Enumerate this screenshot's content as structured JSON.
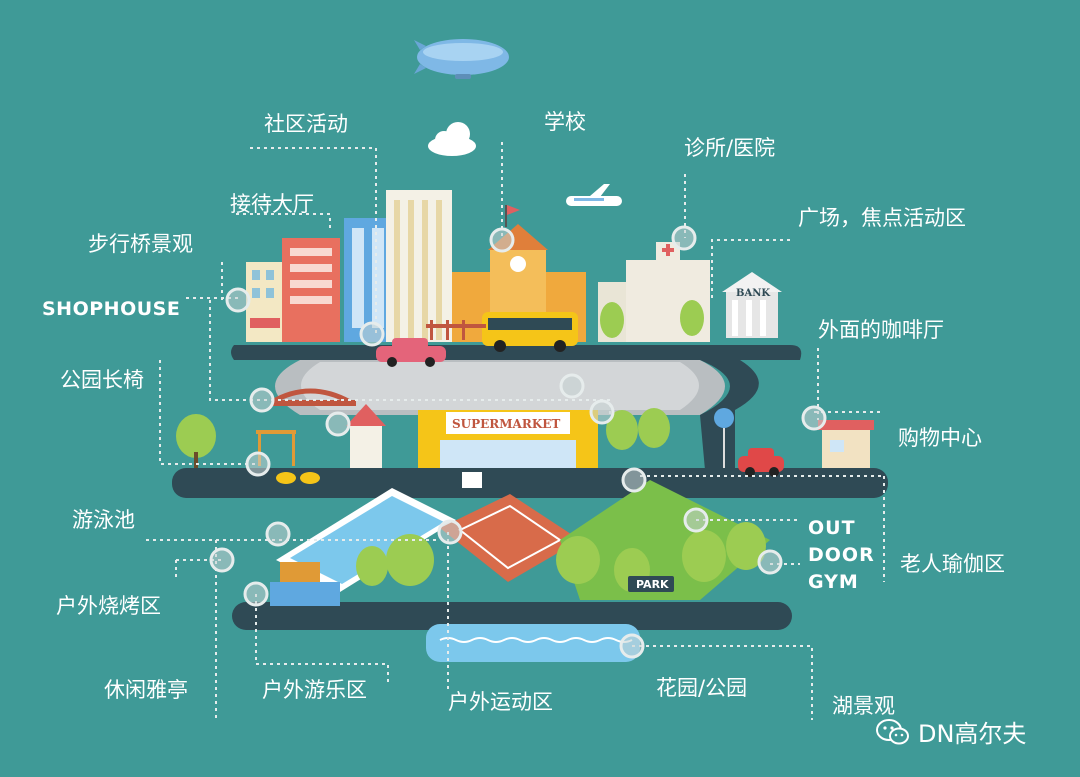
{
  "colors": {
    "background": "#3f9a97",
    "road": "#2f4a55",
    "callout_ring": "#d9e2e2",
    "label": "#ffffff"
  },
  "labels": {
    "community_activity": "社区活动",
    "school": "学校",
    "clinic_hospital": "诊所/医院",
    "reception_hall": "接待大厅",
    "square_focus_area": "广场，焦点活动区",
    "pedestrian_bridge": "步行桥景观",
    "shophouse": "SHOPHOUSE",
    "outdoor_cafe": "外面的咖啡厅",
    "park_bench": "公园长椅",
    "shopping_center": "购物中心",
    "swimming_pool": "游泳池",
    "outdoor_gym_line1": "OUT",
    "outdoor_gym_line2": "DOOR",
    "outdoor_gym_line3": "GYM",
    "elderly_yoga": "老人瑜伽区",
    "outdoor_bbq": "户外烧烤区",
    "leisure_pavilion": "休闲雅亭",
    "outdoor_playground": "户外游乐区",
    "outdoor_sports": "户外运动区",
    "garden_park": "花园/公园",
    "lake_view": "湖景观"
  },
  "signs": {
    "supermarket": "SUPERMARKET",
    "bank": "BANK",
    "park": "PARK"
  },
  "watermark": {
    "icon": "wechat-icon",
    "text": "DN高尔夫"
  }
}
